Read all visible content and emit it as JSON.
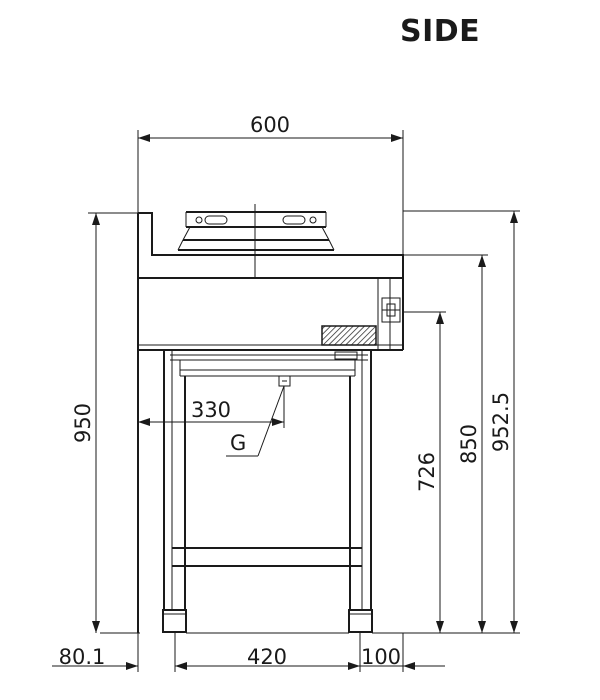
{
  "view_title": "SIDE",
  "dimensions": {
    "width_top": "600",
    "height_total": "950",
    "height_726": "726",
    "height_850": "850",
    "height_952": "952.5",
    "gas_offset": "330",
    "gas_label": "G",
    "offset_left": "80.1",
    "leg_spacing": "420",
    "offset_right": "100"
  }
}
